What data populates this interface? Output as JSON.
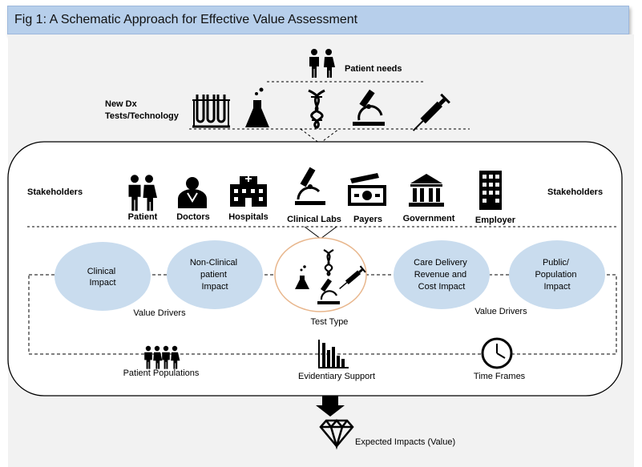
{
  "title": "Fig 1: A Schematic Approach for Effective Value Assessment",
  "top": {
    "patient_needs": "Patient needs",
    "new_dx": [
      "New Dx",
      "Tests/Technology"
    ]
  },
  "stakeholders": {
    "left_label": "Stakeholders",
    "right_label": "Stakeholders",
    "items": [
      "Patient",
      "Doctors",
      "Hospitals",
      "Clinical Labs",
      "Payers",
      "Government",
      "Employer"
    ]
  },
  "impacts": {
    "clinical": [
      "Clinical",
      "Impact"
    ],
    "non_clinical": [
      "Non-Clinical",
      "patient",
      "Impact"
    ],
    "care_delivery": [
      "Care Delivery",
      "Revenue and",
      "Cost Impact"
    ],
    "public": [
      "Public/",
      "Population",
      "Impact"
    ]
  },
  "value_drivers_left": "Value Drivers",
  "value_drivers_right": "Value Drivers",
  "test_type": "Test Type",
  "bottom": {
    "patient_populations": "Patient Populations",
    "evidentiary_support": "Evidentiary Support",
    "time_frames": "Time Frames"
  },
  "expected_impacts": "Expected Impacts (Value)",
  "colors": {
    "title_bg": "#b7cfeb",
    "ellipse_fill": "#c9dcee",
    "test_type_border": "#e8b68c"
  }
}
